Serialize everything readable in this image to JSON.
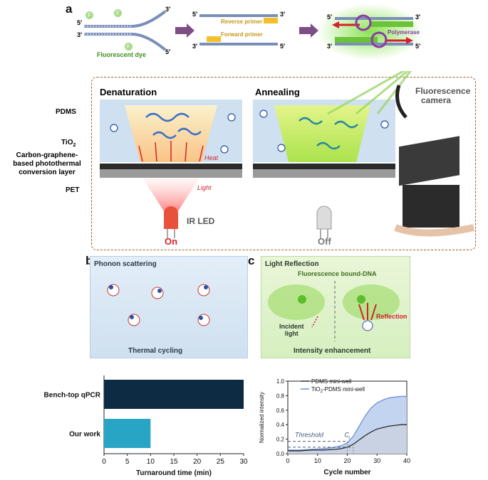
{
  "panels": {
    "a": {
      "letter": "a",
      "strand_ends": {
        "five": "5′",
        "three": "3′"
      },
      "dye_letter": "F",
      "fluorescent_dye": "Fluorescent dye",
      "reverse_primer": "Reverse primer",
      "forward_primer": "Forward primer",
      "polymerase": "Polymerase",
      "denaturation": "Denaturation",
      "annealing": "Annealing",
      "fluorescence_camera_line1": "Fluorescence",
      "fluorescence_camera_line2": "camera",
      "pdms": "PDMS",
      "tio2": "TiO",
      "tio2_sub": "2",
      "cg_line1": "Carbon-graphene-",
      "cg_line2": "based photothermal",
      "cg_line3": "conversion layer",
      "pet": "PET",
      "heat": "Heat",
      "light": "Light",
      "ir_led": "IR LED",
      "on": "On",
      "off": "Off"
    },
    "b": {
      "letter": "b",
      "phonon": "Phonon scattering",
      "thermal": "Thermal cycling"
    },
    "c": {
      "letter": "c",
      "light_reflection": "Light Reflection",
      "fluor_bound": "Fluorescence bound-DNA",
      "incident_line1": "Incident",
      "incident_line2": "light",
      "reflection": "Reflection",
      "intensity": "Intensity enhancement"
    }
  },
  "colors": {
    "bar_benchtop": "#0d2c44",
    "bar_ourwork": "#28a5c4",
    "pdms_line": "#2a2a2a",
    "tio2_line": "#6f8fd0",
    "tio2_fill": "#b9cdee",
    "green": "#5cbf2a",
    "red": "#d5202a"
  },
  "chart_data": [
    {
      "type": "bar",
      "orientation": "horizontal",
      "categories": [
        "Bench-top qPCR",
        "Our work"
      ],
      "values": [
        30,
        10
      ],
      "xlabel": "Turnaround time (min)",
      "xlim": [
        0,
        30
      ],
      "xticks": [
        0,
        5,
        10,
        15,
        20,
        25,
        30
      ]
    },
    {
      "type": "line",
      "xlabel": "Cycle number",
      "ylabel": "Normalized intensity",
      "xlim": [
        0,
        40
      ],
      "ylim": [
        0,
        1.0
      ],
      "xticks": [
        0,
        10,
        20,
        30,
        40
      ],
      "yticks": [
        0.0,
        0.2,
        0.4,
        0.6,
        0.8,
        1.0
      ],
      "legend_position": "top-right",
      "threshold_label": "Threshold",
      "ct_label": "C",
      "ct_sub": "t",
      "threshold_values": [
        0.17,
        0.09
      ],
      "x": [
        0,
        4,
        8,
        12,
        16,
        18,
        20,
        22,
        24,
        26,
        28,
        30,
        32,
        34,
        36,
        38,
        40
      ],
      "series": [
        {
          "name": "PDMS mini-well",
          "values": [
            0.04,
            0.04,
            0.05,
            0.05,
            0.06,
            0.07,
            0.09,
            0.13,
            0.19,
            0.25,
            0.3,
            0.34,
            0.36,
            0.38,
            0.39,
            0.4,
            0.4
          ]
        },
        {
          "name_main": "TiO",
          "name_sub": "2",
          "name_rest": "-PDMS mini-well",
          "values": [
            0.05,
            0.05,
            0.06,
            0.07,
            0.09,
            0.11,
            0.15,
            0.24,
            0.38,
            0.52,
            0.63,
            0.7,
            0.74,
            0.77,
            0.78,
            0.79,
            0.79
          ]
        }
      ]
    }
  ]
}
